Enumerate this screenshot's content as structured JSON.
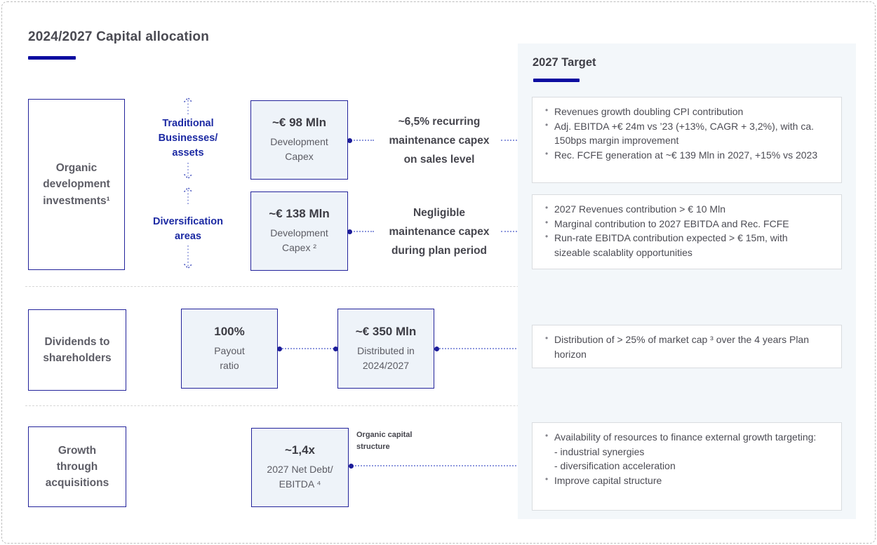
{
  "title": "2024/2027 Capital allocation",
  "colors": {
    "accent_navy": "#0b0ba0",
    "box_border_navy": "#23239b",
    "branch_text_navy": "#1c2aa3",
    "value_box_fill": "#eef3f9",
    "panel_fill": "#f3f7fa",
    "connector_dot": "#1d1d99",
    "connector_line": "#8d97dd",
    "body_text": "#4c4c54"
  },
  "target_panel": {
    "heading": "2027 Target",
    "boxes": [
      {
        "bullets": [
          "Revenues growth doubling CPI contribution",
          "Adj. EBITDA +€ 24m vs ’23 (+13%, CAGR + 3,2%), with ca. 150bps margin improvement",
          "Rec. FCFE generation at ~€ 139 Mln in 2027, +15% vs 2023"
        ]
      },
      {
        "bullets": [
          "2027 Revenues contribution > € 10 Mln",
          "Marginal contribution to 2027 EBITDA and Rec. FCFE",
          "Run-rate EBITDA contribution expected > € 15m, with sizeable scalablity opportunities"
        ]
      },
      {
        "bullets": [
          "Distribution of > 25% of market cap ³ over the 4 years Plan horizon"
        ]
      },
      {
        "bullets": [
          "Availability of resources to finance external growth targeting:",
          "- industrial synergies",
          "- diversification acceleration",
          "Improve capital structure"
        ]
      }
    ]
  },
  "rows": {
    "organic": {
      "category": [
        "Organic",
        "development",
        "investments¹"
      ],
      "branch_traditional": [
        "Traditional",
        "Businesses/",
        "assets"
      ],
      "branch_diversification": [
        "Diversification",
        "areas"
      ],
      "capex1": {
        "value": "~€ 98 Mln",
        "label": [
          "Development",
          "Capex"
        ]
      },
      "capex2": {
        "value": "~€ 138 Mln",
        "label": [
          "Development",
          "Capex ²"
        ]
      },
      "note1": [
        "~6,5% recurring",
        "maintenance capex",
        "on sales level"
      ],
      "note2": [
        "Negligible",
        "maintenance capex",
        "during plan period"
      ]
    },
    "dividends": {
      "category": [
        "Dividends to",
        "shareholders"
      ],
      "payout": {
        "value": "100%",
        "label": [
          "Payout",
          "ratio"
        ]
      },
      "distributed": {
        "value": "~€ 350 Mln",
        "label": [
          "Distributed in",
          "2024/2027"
        ]
      }
    },
    "acquisitions": {
      "category": [
        "Growth",
        "through",
        "acquisitions"
      ],
      "leverage": {
        "value": "~1,4x",
        "label": [
          "2027 Net Debt/",
          "EBITDA ⁴"
        ]
      },
      "side_label": [
        "Organic capital",
        "structure"
      ]
    }
  }
}
